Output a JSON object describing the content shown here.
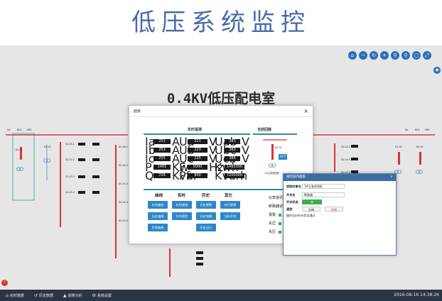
{
  "hero": {
    "title": "低压系统监控"
  },
  "toolbar": {
    "buttons": [
      {
        "icon": "home-icon",
        "glyph": "⌂"
      },
      {
        "icon": "zoom-out-icon",
        "glyph": "−"
      },
      {
        "icon": "refresh-icon",
        "glyph": "↻"
      },
      {
        "icon": "zoom-in-icon",
        "glyph": "+"
      },
      {
        "icon": "zoom-icon",
        "glyph": "⚲"
      },
      {
        "icon": "search-icon",
        "glyph": "⚲"
      },
      {
        "icon": "page-icon",
        "glyph": "▢"
      },
      {
        "icon": "expand-icon",
        "glyph": "⤢"
      }
    ]
  },
  "side_button": {
    "icon": "eye-icon",
    "glyph": "◉"
  },
  "room_title": "0.4KV低压配电室",
  "dialog": {
    "title": "面板",
    "close": "×",
    "realtime_title": "实时遥测",
    "loop_title": "当前回路",
    "loop_name": "D1-01",
    "loop_label": "1#主变进线柜",
    "loop_btn": "OFF",
    "measurements": [
      {
        "label": "Ia",
        "value": "251",
        "unit": "A"
      },
      {
        "label": "Ib",
        "value": "253",
        "unit": "A"
      },
      {
        "label": "Ic",
        "value": "255",
        "unit": "A"
      },
      {
        "label": "P",
        "value": "1465",
        "unit": "Kw"
      },
      {
        "label": "Q",
        "value": "726",
        "unit": "Kvar"
      },
      {
        "label": "Ua",
        "value": "221",
        "unit": "V"
      },
      {
        "label": "Ub",
        "value": "223",
        "unit": "V"
      },
      {
        "label": "Uc",
        "value": "225",
        "unit": "V"
      },
      {
        "label": "F",
        "value": "5000",
        "unit": "Hz"
      },
      {
        "label": "Pf",
        "value": "900",
        "unit": ""
      },
      {
        "label": "Uab",
        "value": "381",
        "unit": "V"
      },
      {
        "label": "Ubc",
        "value": "383",
        "unit": "V"
      },
      {
        "label": "Uca",
        "value": "385",
        "unit": "V"
      },
      {
        "label": "Kwh",
        "value": "1485000",
        "unit": ""
      },
      {
        "label": "Kvarh",
        "value": "7200000",
        "unit": ""
      }
    ],
    "columns": [
      "曲线",
      "实时",
      "历史",
      "其它"
    ],
    "buttons": [
      {
        "label": "实时曲线",
        "col": 0,
        "row": 0
      },
      {
        "label": "历史曲线",
        "col": 0,
        "row": 1
      },
      {
        "label": "负荷曲线",
        "col": 0,
        "row": 2
      },
      {
        "label": "实时遥测",
        "col": 1,
        "row": 0
      },
      {
        "label": "实时遥信",
        "col": 1,
        "row": 1
      },
      {
        "label": "历史报警",
        "col": 2,
        "row": 0
      },
      {
        "label": "历史电量",
        "col": 2,
        "row": 1
      },
      {
        "label": "历史运行",
        "col": 2,
        "row": 2
      },
      {
        "label": "补打报表",
        "col": 3,
        "row": 0
      },
      {
        "label": "分析开关",
        "col": 3,
        "row": 1
      }
    ],
    "legend": [
      {
        "label": "仪表通讯状态",
        "color": "#d23c2c"
      },
      {
        "label": "断路器状态",
        "color": "#d23c2c"
      },
      {
        "label": "报警",
        "color": "#3cae4c"
      },
      {
        "label": "失压",
        "color": "#3cae4c"
      },
      {
        "label": "失压",
        "color": "#3cae4c"
      }
    ]
  },
  "popup": {
    "title": "遥控操作面板",
    "close": "×",
    "rows": [
      {
        "label": "控制对象名",
        "value": "1#主变进线柜"
      },
      {
        "label": "开关名",
        "value": "断路器"
      },
      {
        "label": "开关状态",
        "value": "合"
      },
      {
        "label": "遥控"
      }
    ],
    "btn_open": "分闸",
    "btn_close": "合闸",
    "message": "操作员admin验证通过"
  },
  "status_bar": {
    "items": [
      {
        "icon": "home-icon",
        "glyph": "⌂",
        "label": "实时数据"
      },
      {
        "icon": "history-icon",
        "glyph": "↺",
        "label": "历史数据"
      },
      {
        "icon": "alert-icon",
        "glyph": "▲",
        "label": "故障分析"
      },
      {
        "icon": "gear-icon",
        "glyph": "⚙",
        "label": "系统设置"
      }
    ],
    "time": "2016-08-16 14:38:26"
  },
  "alarm_glyph": "!",
  "diagram": {
    "left_panel_labels": [
      "Ua",
      "BCA",
      "UBC"
    ],
    "right_panel_labels": [
      "Ua",
      "BCA",
      "UBC"
    ],
    "left_feeders": [
      "D1-01",
      "D1-02",
      "D1-03-1",
      "D1-03-2",
      "D1-03-3",
      "D1-03-4"
    ],
    "mid_feeders": [
      "D1-04-1",
      "D1-04-2",
      "D1-04-3",
      "D1-04-4",
      "D1-04-5"
    ],
    "right_feeders": [
      "D2-03-1",
      "D2-03-2",
      "D2-03-3",
      "D2-04",
      "D2-05"
    ]
  }
}
